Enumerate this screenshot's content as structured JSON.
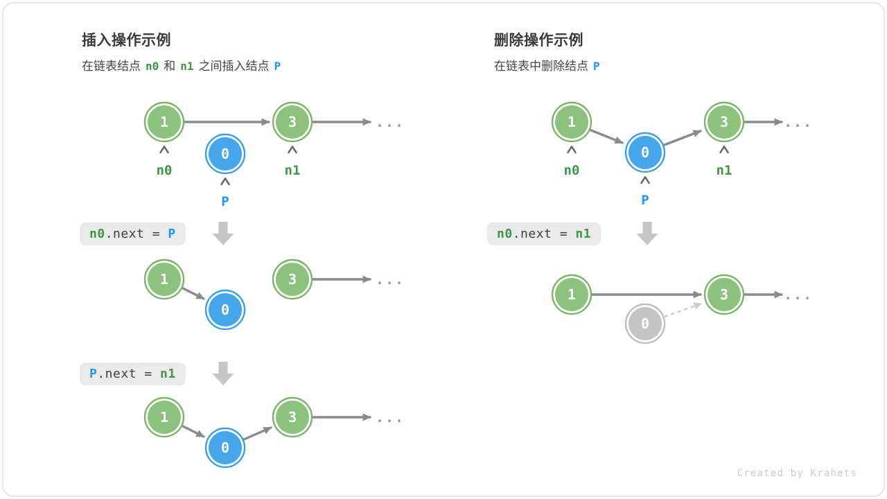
{
  "palette": {
    "green_node": "#8CC27E",
    "green_node_border": "#79B569",
    "blue_node": "#45A6EB",
    "blue_node_border": "#38A0E8",
    "gray_node": "#C4C4C4",
    "gray_node_border": "#BDBDBD",
    "green_text": "#3F9643",
    "blue_text": "#2196F3",
    "arrow": "#8A8A8A",
    "arrow_dashed": "#CFCFCF",
    "caret": "#6B6B6B",
    "dots": "#9B9B9B",
    "code_bg": "#EAEAEA",
    "code_text": "#3F3F3F",
    "block_arrow": "#C6C6C6",
    "title_text": "#3A3A3A",
    "footer_text": "#CBCBCB"
  },
  "insert": {
    "title": "插入操作示例",
    "subtitle": [
      {
        "t": "在链表结点"
      },
      {
        "t": "n0",
        "c": "green"
      },
      {
        "t": "和"
      },
      {
        "t": "n1",
        "c": "green"
      },
      {
        "t": "之间插入结点"
      },
      {
        "t": "P",
        "c": "blue"
      }
    ],
    "code1": [
      {
        "t": "n0",
        "c": "green"
      },
      {
        "t": ".next = "
      },
      {
        "t": "P",
        "c": "blue"
      }
    ],
    "code2": [
      {
        "t": "P",
        "c": "blue"
      },
      {
        "t": ".next = "
      },
      {
        "t": "n1",
        "c": "green"
      }
    ],
    "step0": {
      "nodes": [
        "1",
        "0",
        "3"
      ],
      "labels": [
        "n0",
        "P",
        "n1"
      ],
      "dots": "..."
    },
    "step1": {
      "nodes": [
        "1",
        "0",
        "3"
      ],
      "dots": "..."
    },
    "step2": {
      "nodes": [
        "1",
        "0",
        "3"
      ],
      "dots": "..."
    }
  },
  "delete": {
    "title": "删除操作示例",
    "subtitle": [
      {
        "t": "在链表中删除结点"
      },
      {
        "t": "P",
        "c": "blue"
      }
    ],
    "code1": [
      {
        "t": "n0",
        "c": "green"
      },
      {
        "t": ".next = "
      },
      {
        "t": "n1",
        "c": "green"
      }
    ],
    "step0": {
      "nodes": [
        "1",
        "0",
        "3"
      ],
      "labels": [
        "n0",
        "P",
        "n1"
      ],
      "dots": "..."
    },
    "step1": {
      "nodes": [
        "1",
        "0",
        "3"
      ],
      "dots": "..."
    }
  },
  "footer": "Created by Krahets"
}
